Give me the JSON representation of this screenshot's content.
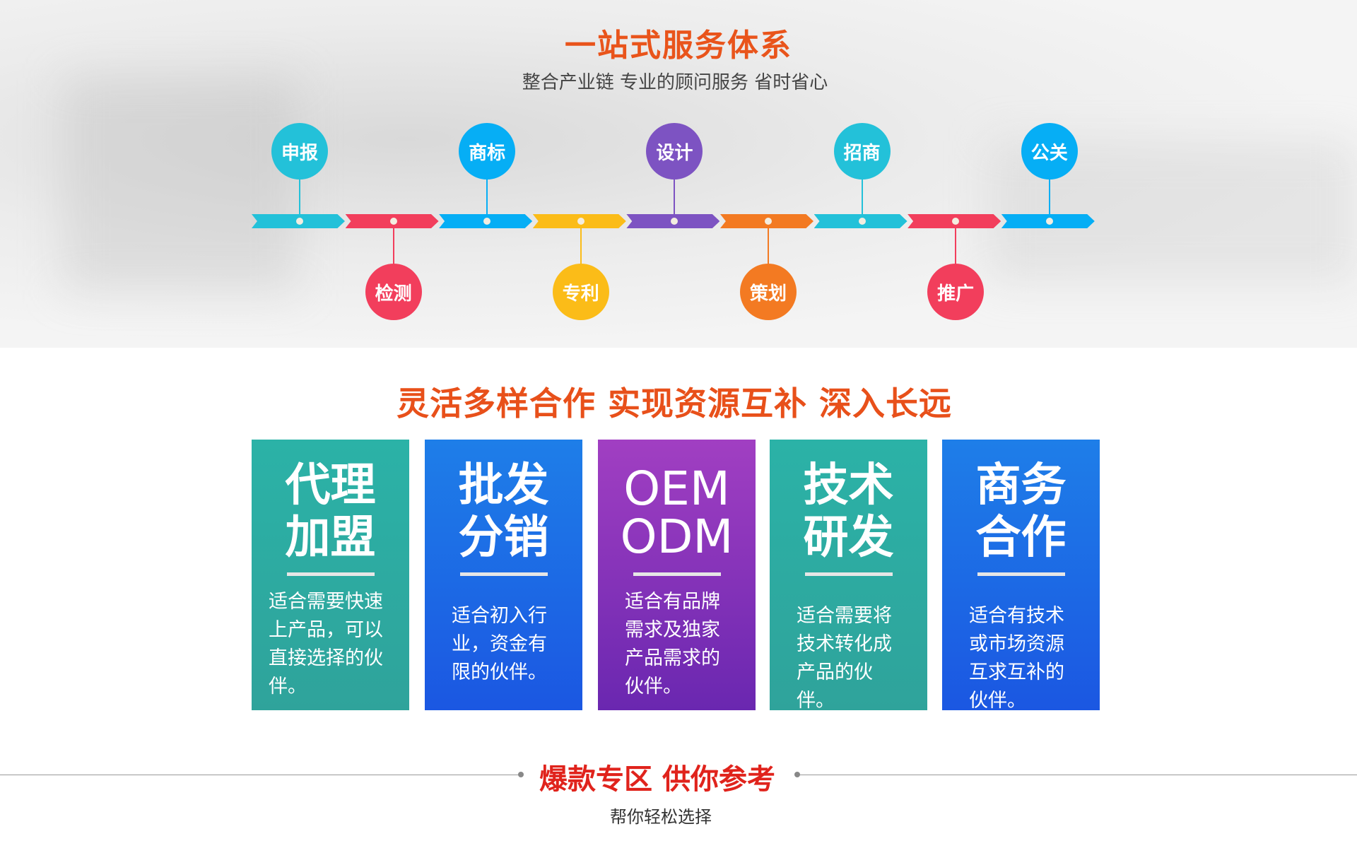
{
  "section1": {
    "title": "一站式服务体系",
    "subtitle": "整合产业链 专业的顾问服务 省时省心",
    "timeline": [
      {
        "label": "申报",
        "color": "#23c1d9",
        "pos": "top"
      },
      {
        "label": "检测",
        "color": "#f23e5c",
        "pos": "bottom"
      },
      {
        "label": "商标",
        "color": "#06aef5",
        "pos": "top"
      },
      {
        "label": "专利",
        "color": "#fbbc18",
        "pos": "bottom"
      },
      {
        "label": "设计",
        "color": "#7d53c2",
        "pos": "top"
      },
      {
        "label": "策划",
        "color": "#f37a22",
        "pos": "bottom"
      },
      {
        "label": "招商",
        "color": "#23c1d9",
        "pos": "top"
      },
      {
        "label": "推广",
        "color": "#f23e5c",
        "pos": "bottom"
      },
      {
        "label": "公关",
        "color": "#06aef5",
        "pos": "top"
      }
    ]
  },
  "section2": {
    "title": "灵活多样合作 实现资源互补 深入长远",
    "cards": [
      {
        "line1": "代理",
        "line2": "加盟",
        "desc": "适合需要快速上产品，可以直接选择的伙伴。",
        "color_top": "#2bb2a7",
        "color_bottom": "#2fa39b"
      },
      {
        "line1": "批发",
        "line2": "分销",
        "desc": "适合初入行业，资金有限的伙伴。",
        "color_top": "#1e7ee8",
        "color_bottom": "#1b57e2"
      },
      {
        "line1": "OEM",
        "line2": "ODM",
        "desc": "适合有品牌需求及独家产品需求的伙伴。",
        "color_top": "#a13fc2",
        "color_bottom": "#6a27b0"
      },
      {
        "line1": "技术",
        "line2": "研发",
        "desc": "适合需要将技术转化成产品的伙伴。",
        "color_top": "#2bb2a7",
        "color_bottom": "#2fa39b"
      },
      {
        "line1": "商务",
        "line2": "合作",
        "desc": "适合有技术或市场资源互求互补的伙伴。",
        "color_top": "#1e7ee8",
        "color_bottom": "#1b57e2"
      }
    ]
  },
  "section3": {
    "title": "爆款专区 供你参考",
    "subtitle": "帮你轻松选择"
  }
}
